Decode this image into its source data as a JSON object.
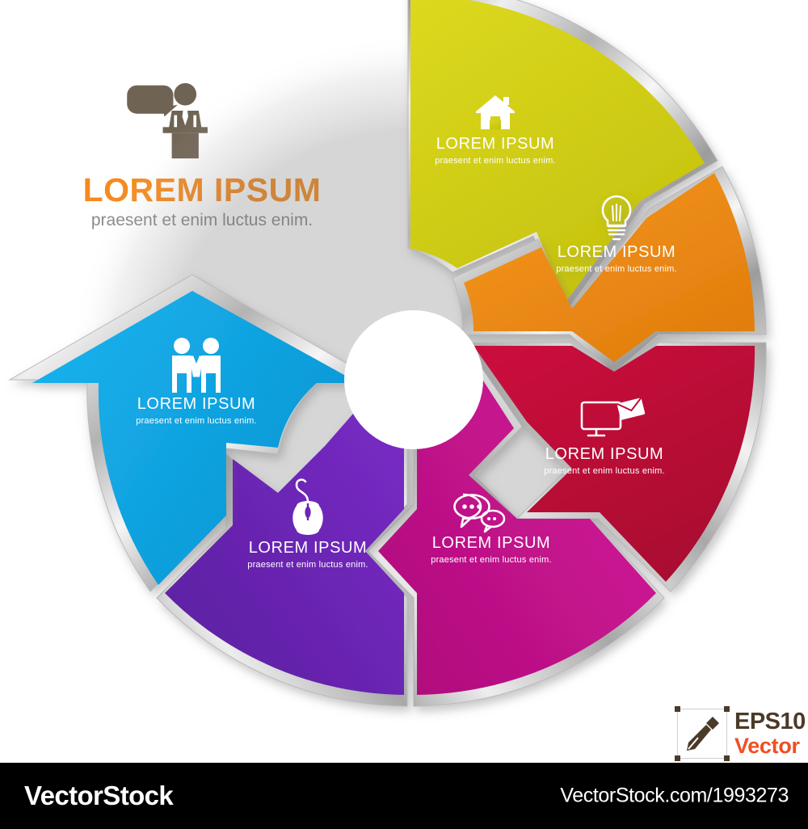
{
  "header": {
    "icon": "speaker-podium-icon",
    "title": "LOREM IPSUM",
    "subtitle": "praesent et enim luctus enim.",
    "title_color": "#F58A1F",
    "subtitle_color": "#8a8a8a",
    "icon_color": "#6F6353"
  },
  "chart_data": {
    "type": "pie",
    "title": "LOREM IPSUM",
    "subtitle": "praesent et enim luctus enim.",
    "style": "donut-arrow-segments",
    "center_hub": "white",
    "border_style": "metallic-silver",
    "categories": [
      "LOREM IPSUM",
      "LOREM IPSUM",
      "LOREM IPSUM",
      "LOREM IPSUM",
      "LOREM IPSUM",
      "LOREM IPSUM"
    ],
    "values": [
      60,
      60,
      60,
      60,
      60,
      60
    ],
    "colors": [
      "#D4D116",
      "#EE8B1B",
      "#BE0A38",
      "#C8138C",
      "#6A26B5",
      "#0FA9E8"
    ],
    "legend": "none",
    "segments": [
      {
        "id": "segment-yellow",
        "icon": "home-icon",
        "label": "LOREM IPSUM",
        "sublabel": "praesent et enim luctus enim.",
        "color": "#D4D116",
        "color_dark": "#B8B50F",
        "value": 60,
        "start_angle": -90,
        "end_angle": -30
      },
      {
        "id": "segment-orange",
        "icon": "lightbulb-icon",
        "label": "LOREM IPSUM",
        "sublabel": "praesent et enim luctus enim.",
        "color": "#EE8B1B",
        "color_dark": "#D97A0E",
        "value": 60,
        "start_angle": -30,
        "end_angle": 30
      },
      {
        "id": "segment-crimson",
        "icon": "monitor-email-icon",
        "label": "LOREM IPSUM",
        "sublabel": "praesent et enim luctus enim.",
        "color": "#BE0A38",
        "color_dark": "#9E0730",
        "value": 60,
        "start_angle": 30,
        "end_angle": 90
      },
      {
        "id": "segment-magenta",
        "icon": "chat-bubbles-icon",
        "label": "LOREM IPSUM",
        "sublabel": "praesent et enim luctus enim.",
        "color": "#C8138C",
        "color_dark": "#A50E74",
        "value": 60,
        "start_angle": 90,
        "end_angle": 150
      },
      {
        "id": "segment-purple",
        "icon": "computer-mouse-icon",
        "label": "LOREM IPSUM",
        "sublabel": "praesent et enim luctus enim.",
        "color": "#6A26B5",
        "color_dark": "#531C93",
        "value": 60,
        "start_angle": 150,
        "end_angle": 210
      },
      {
        "id": "segment-blue",
        "icon": "partnership-people-icon",
        "label": "LOREM IPSUM",
        "sublabel": "praesent et enim luctus enim.",
        "color": "#0FA9E8",
        "color_dark": "#0A8FC9",
        "value": 60,
        "start_angle": 210,
        "end_angle": 270
      }
    ]
  },
  "eps_badge": {
    "icon": "pen-nib-icon",
    "line1": "EPS10",
    "line2": "Vector",
    "line1_color": "#4a3a27",
    "line2_color": "#F04E23"
  },
  "footer": {
    "brand": "VectorStock",
    "url": "VectorStock.com/1993273",
    "background": "#000000",
    "text_color": "#ffffff"
  }
}
